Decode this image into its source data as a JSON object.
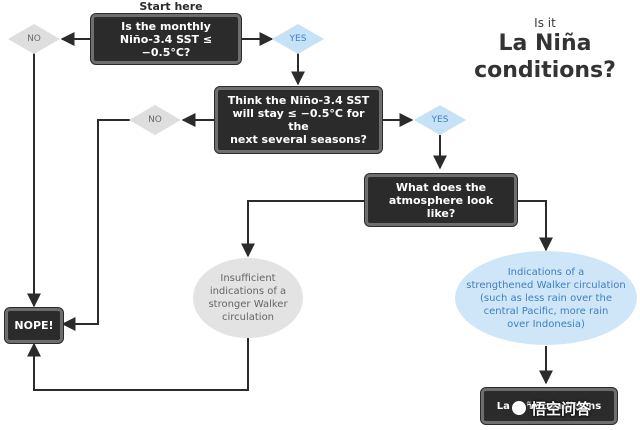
{
  "start_label": "Start here",
  "title": {
    "line1": "Is it",
    "line2": "La Niña",
    "line3": "conditions?"
  },
  "q1": {
    "line1": "Is the monthly",
    "line2": "Niño-3.4 SST ≤ −0.5°C?"
  },
  "q2": {
    "line1": "Think the Niño-3.4 SST",
    "line2": "will stay ≤ −0.5°C for the",
    "line3": "next several seasons?"
  },
  "q3": {
    "line1": "What does the",
    "line2": "atmosphere look like?"
  },
  "no_label": "NO",
  "yes_label": "YES",
  "nope": "NOPE!",
  "insufficient": {
    "line1": "Insufficient",
    "line2": "indications of a",
    "line3": "stronger Walker",
    "line4": "circulation"
  },
  "indications": {
    "line1": "Indications of a",
    "line2": "strengthened Walker circulation",
    "line3": "(such as less rain over the",
    "line4": "central Pacific, more rain",
    "line5": "over Indonesia)"
  },
  "final_box": "La Niña conditions",
  "watermark": "悟空问答",
  "colors": {
    "box_fill": "#2b2b2b",
    "box_border": "#6e6e6e",
    "yes_fill": "#c6e2f7",
    "yes_text": "#3f7fbf",
    "no_fill": "#dedede",
    "no_text": "#6a6a6a",
    "arrow": "#2b2b2b",
    "grey_ellipse": "#e3e3e3",
    "blue_ellipse": "#cfe6f8",
    "blue_text": "#3f7fbf"
  }
}
